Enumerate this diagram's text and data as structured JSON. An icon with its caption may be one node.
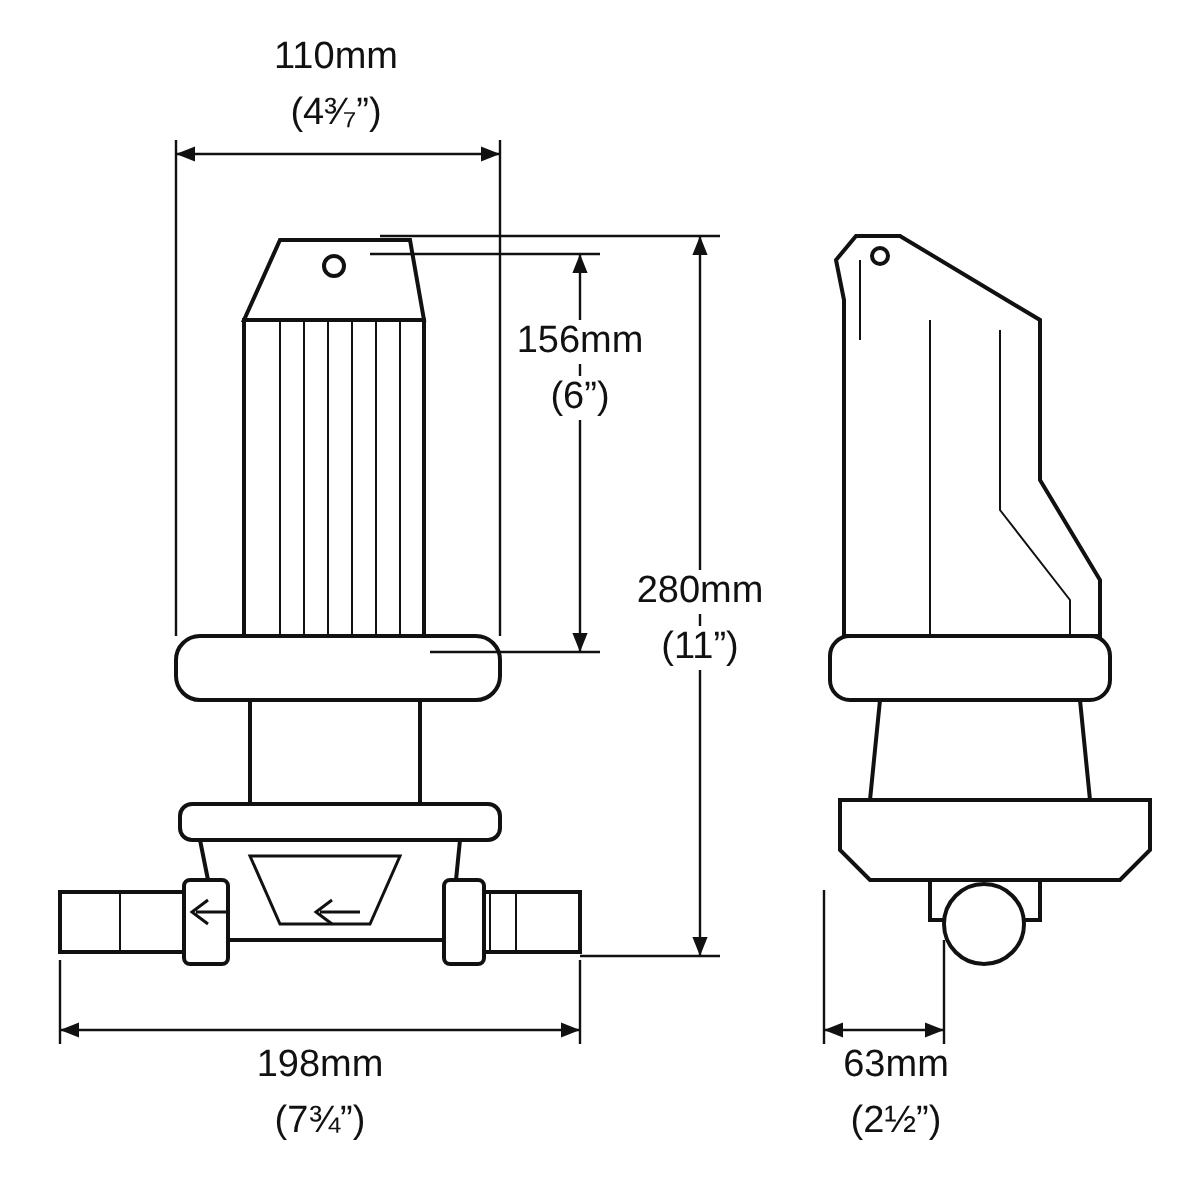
{
  "diagram": {
    "labels": [
      "110mm",
      "(4³⁄₇”)",
      "156mm",
      "(6”)",
      "280mm",
      "(11”)",
      "198mm",
      "(7¾”)",
      "63mm",
      "(2½”)"
    ]
  }
}
